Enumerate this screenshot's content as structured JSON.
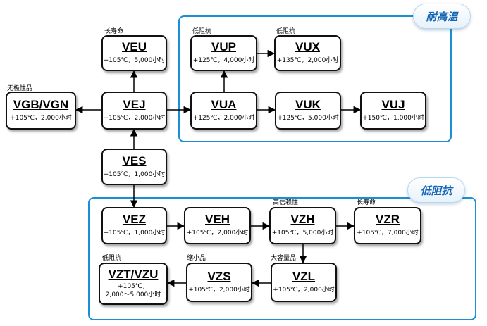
{
  "regions": [
    {
      "label": "耐高温"
    },
    {
      "label": "低阻抗"
    }
  ],
  "nodes": {
    "VEU": {
      "code": "VEU",
      "spec": "+105℃，5,000小时"
    },
    "VUP": {
      "code": "VUP",
      "spec": "+125℃，4,000小时"
    },
    "VUX": {
      "code": "VUX",
      "spec": "+135℃，2,000小时"
    },
    "VGB": {
      "code": "VGB/VGN",
      "spec": "+105℃，2,000小时"
    },
    "VEJ": {
      "code": "VEJ",
      "spec": "+105℃，2,000小时"
    },
    "VUA": {
      "code": "VUA",
      "spec": "+125℃，2,000小时"
    },
    "VUK": {
      "code": "VUK",
      "spec": "+125℃，5,000小时"
    },
    "VUJ": {
      "code": "VUJ",
      "spec": "+150℃，1,000小时"
    },
    "VES": {
      "code": "VES",
      "spec": "+105℃，1,000小时"
    },
    "VEZ": {
      "code": "VEZ",
      "spec": "+105℃，1,000小时"
    },
    "VEH": {
      "code": "VEH",
      "spec": "+105℃，2,000小时"
    },
    "VZH": {
      "code": "VZH",
      "spec": "+105℃，5,000小时"
    },
    "VZR": {
      "code": "VZR",
      "spec": "+105℃，7,000小时"
    },
    "VZT": {
      "code": "VZT/VZU",
      "spec1": "+105℃，",
      "spec2": "2,000～5,000小时"
    },
    "VZS": {
      "code": "VZS",
      "spec": "+105℃，2,000小时"
    },
    "VZL": {
      "code": "VZL",
      "spec": "+105℃，2,000小时"
    }
  },
  "notes": {
    "long_life_top": "长寿命",
    "low_imp_vup": "低阻抗",
    "low_imp_vux": "低阻抗",
    "no_polarity": "无极性品",
    "high_reliability": "高信赖性",
    "long_life_vzr": "长寿命",
    "low_imp_vzt": "低阻抗",
    "miniature": "缩小品",
    "large_capacity": "大容量品"
  }
}
